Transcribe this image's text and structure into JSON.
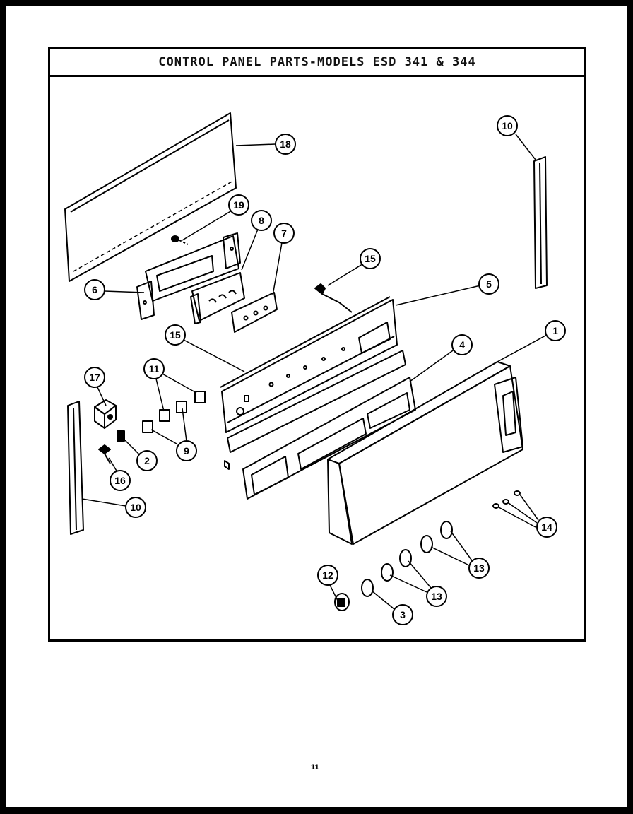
{
  "title": "CONTROL PANEL PARTS-MODELS ESD 341 & 344",
  "page_number": "11",
  "callouts": {
    "c1": "1",
    "c2": "2",
    "c3": "3",
    "c4": "4",
    "c5": "5",
    "c6": "6",
    "c7": "7",
    "c8": "8",
    "c9": "9",
    "c10a": "10",
    "c10b": "10",
    "c11": "11",
    "c12": "12",
    "c13a": "13",
    "c13b": "13",
    "c14": "14",
    "c15a": "15",
    "c15b": "15",
    "c16": "16",
    "c17": "17",
    "c18": "18",
    "c19": "19"
  }
}
